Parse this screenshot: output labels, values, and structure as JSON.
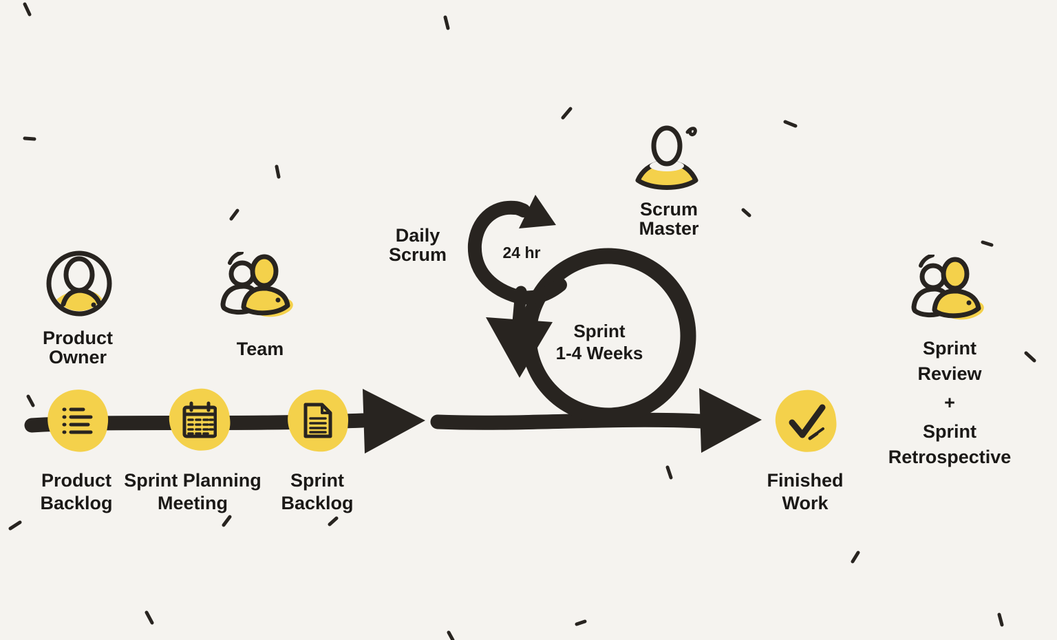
{
  "palette": {
    "background": "#f5f3ef",
    "ink": "#282420",
    "text": "#1b1917",
    "yellow": "#f4d14b"
  },
  "roles": {
    "product_owner": {
      "icon": "person-in-circle-icon",
      "line1": "Product",
      "line2": "Owner"
    },
    "team": {
      "icon": "team-icon",
      "label": "Team"
    },
    "scrum_master": {
      "icon": "person-icon",
      "line1": "Scrum",
      "line2": "Master"
    },
    "sprint_review": {
      "icon": "team-icon",
      "line1": "Sprint",
      "line2": "Review",
      "plus": "+",
      "line3": "Sprint",
      "line4": "Retrospective"
    }
  },
  "steps": {
    "product_backlog": {
      "icon": "list-icon",
      "line1": "Product",
      "line2": "Backlog"
    },
    "sprint_planning": {
      "icon": "calendar-icon",
      "line1": "Sprint Planning",
      "line2": "Meeting"
    },
    "sprint_backlog": {
      "icon": "document-icon",
      "line1": "Sprint",
      "line2": "Backlog"
    },
    "finished_work": {
      "icon": "check-icon",
      "line1": "Finished",
      "line2": "Work"
    }
  },
  "loops": {
    "daily_scrum": {
      "line1": "Daily",
      "line2": "Scrum",
      "duration": "24 hr"
    },
    "sprint": {
      "line1": "Sprint",
      "line2": "1-4 Weeks"
    }
  }
}
